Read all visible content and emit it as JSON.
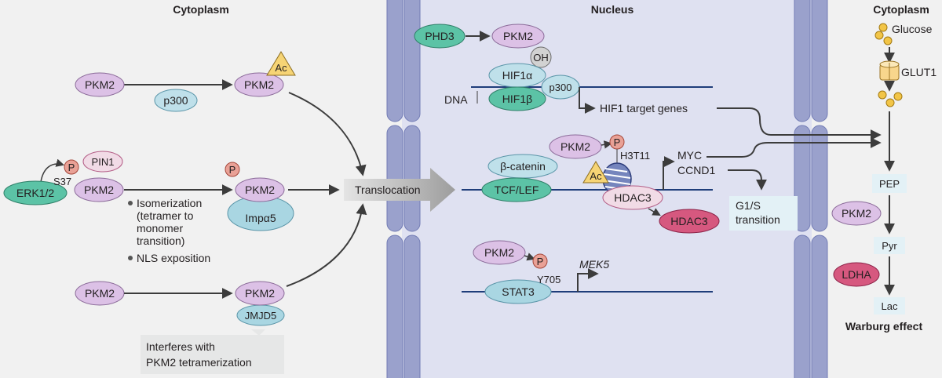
{
  "regions": {
    "cytoplasm_left": "Cytoplasm",
    "nucleus": "Nucleus",
    "cytoplasm_right": "Cytoplasm"
  },
  "colors": {
    "pkm2": "#dcc1e6",
    "p300": "#bfe0ea",
    "teal": "#5cc3a6",
    "impa5": "#a9d6e2",
    "phospho": "#e9a196",
    "hdac3_free": "#d6587f",
    "hdac3_bound": "#f1dbe6",
    "ac": "#f6d475",
    "membrane": "#9aa1cc",
    "dna": "#1f3d7a",
    "nucleus_bg": "#dfe1f1",
    "cyto_bg": "#f1f1f1",
    "note_bg": "#e6e7e7",
    "box_bg": "#e3f1f6"
  },
  "left": {
    "row1": {
      "pkm2_a": "PKM2",
      "p300": "p300",
      "pkm2_b": "PKM2",
      "ac": "Ac"
    },
    "row2": {
      "erk": "ERK1/2",
      "p": "P",
      "s37": "S37",
      "pin1": "PIN1",
      "pkm2_a": "PKM2",
      "bullet1_lines": [
        "Isomerization",
        "(tetramer to",
        "monomer",
        "transition)"
      ],
      "bullet2": "NLS exposition",
      "pkm2_b": "PKM2",
      "p_b": "P",
      "impa5": "Impα5"
    },
    "row3": {
      "pkm2_a": "PKM2",
      "pkm2_b": "PKM2",
      "jmjd5": "JMJD5",
      "note_lines": [
        "Interferes with",
        "PKM2 tetramerization"
      ]
    },
    "translocation": "Translocation"
  },
  "nucleus": {
    "phd3": "PHD3",
    "pkm2_1": "PKM2",
    "oh": "OH",
    "hif1a": "HIF1α",
    "hif1b": "HIF1β",
    "p300": "p300",
    "dna": "DNA",
    "hif_targets": "HIF1 target genes",
    "pkm2_2": "PKM2",
    "p_2": "P",
    "h3t11": "H3T11",
    "bcat": "β-catenin",
    "tcf": "TCF/LEF",
    "ac": "Ac",
    "hdac3_bound": "HDAC3",
    "hdac3_free": "HDAC3",
    "myc": "MYC",
    "ccnd1": "CCND1",
    "g1s_lines": [
      "G1/S",
      "transition"
    ],
    "pkm2_3": "PKM2",
    "p_3": "P",
    "y705": "Y705",
    "stat3": "STAT3",
    "mek5": "MEK5"
  },
  "right": {
    "glucose": "Glucose",
    "glut1": "GLUT1",
    "pep": "PEP",
    "pkm2": "PKM2",
    "pyr": "Pyr",
    "ldha": "LDHA",
    "lac": "Lac",
    "warburg": "Warburg effect"
  }
}
